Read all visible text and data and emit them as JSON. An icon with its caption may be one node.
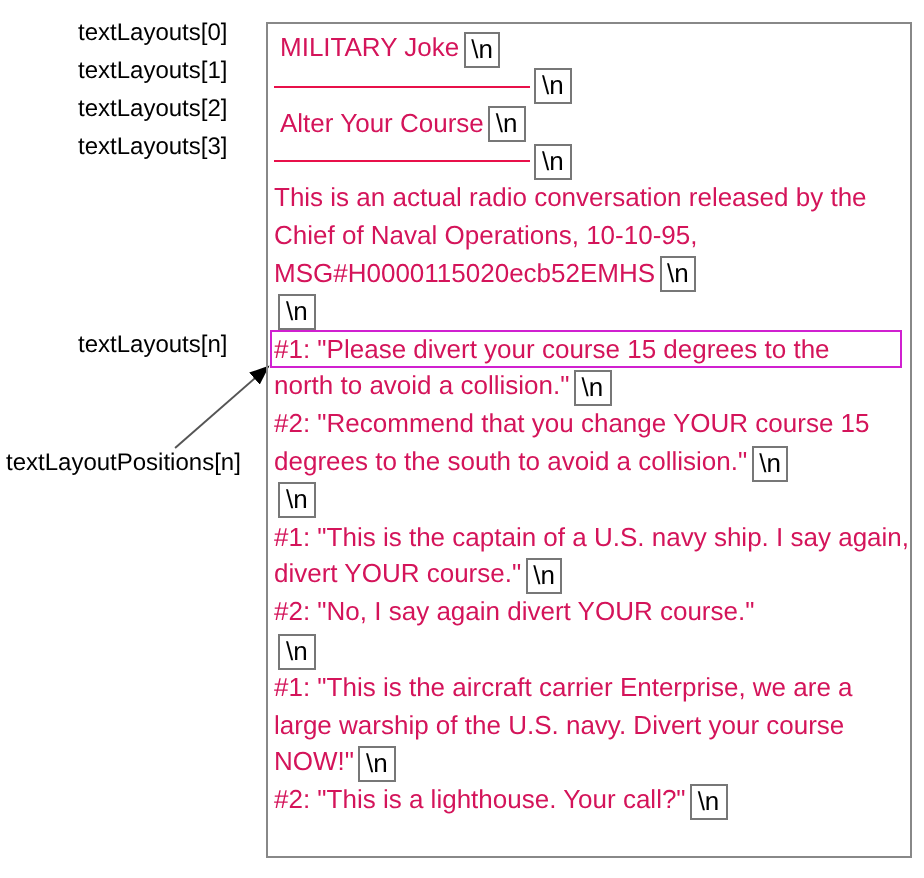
{
  "diagram": {
    "nodes": [
      {
        "text": [
          "MILITARY Joke",
          "Alter Your Course",
          "This is an actual radio conversation released by the Chief of Naval Operations, 10-10-95, MSG#H0000115020ecb52EMHS",
          "north to avoid a collision.\"",
          "#2: \"Recommend that you change YOUR course 15 degrees to the south to avoid a collision.\"",
          "#1: \"This is the captain of a U.S. navy ship. I say again, divert YOUR course.\"",
          "#2: \"No, I say again divert YOUR course.\"",
          "#1: \"This is the aircraft carrier Enterprise, we are a large warship of the U.S. navy. Divert your course NOW!\"",
          "#2: \"This is a lighthouse. Your call?\""
        ]
      },
      {
        "text": [
          "\\n"
        ],
        "in": 0
      },
      {
        "text": [
          "\\n"
        ],
        "in": 0
      },
      {
        "text": [
          "\\n"
        ],
        "in": 0
      },
      {
        "text": [
          "\\n"
        ],
        "in": 0
      },
      {
        "text": [
          "\\n"
        ],
        "in": 0
      },
      {
        "text": [
          "\\n"
        ],
        "in": 0
      },
      {
        "text": [
          "#1: \"Please divert your course 15 degrees to the"
        ],
        "in": 0
      },
      {
        "text": [
          "\\n"
        ],
        "in": 0
      },
      {
        "text": [
          "\\n"
        ],
        "in": 0
      },
      {
        "text": [
          "\\n"
        ],
        "in": 0
      },
      {
        "text": [
          "\\n"
        ],
        "in": 0
      },
      {
        "text": [
          "\\n"
        ],
        "in": 0
      },
      {
        "text": [
          "\\n"
        ],
        "in": 0
      },
      {
        "text": [
          "\\n"
        ],
        "in": 0
      },
      {
        "text": [
          "textLayoutPositions[n]"
        ]
      }
    ],
    "edges": [
      {
        "from": 15,
        "to": 7,
        "arrow": "to"
      }
    ],
    "labels": [
      "textLayouts[0]",
      "textLayouts[1]",
      "textLayouts[2]",
      "textLayouts[3]",
      "textLayouts[n]"
    ]
  }
}
